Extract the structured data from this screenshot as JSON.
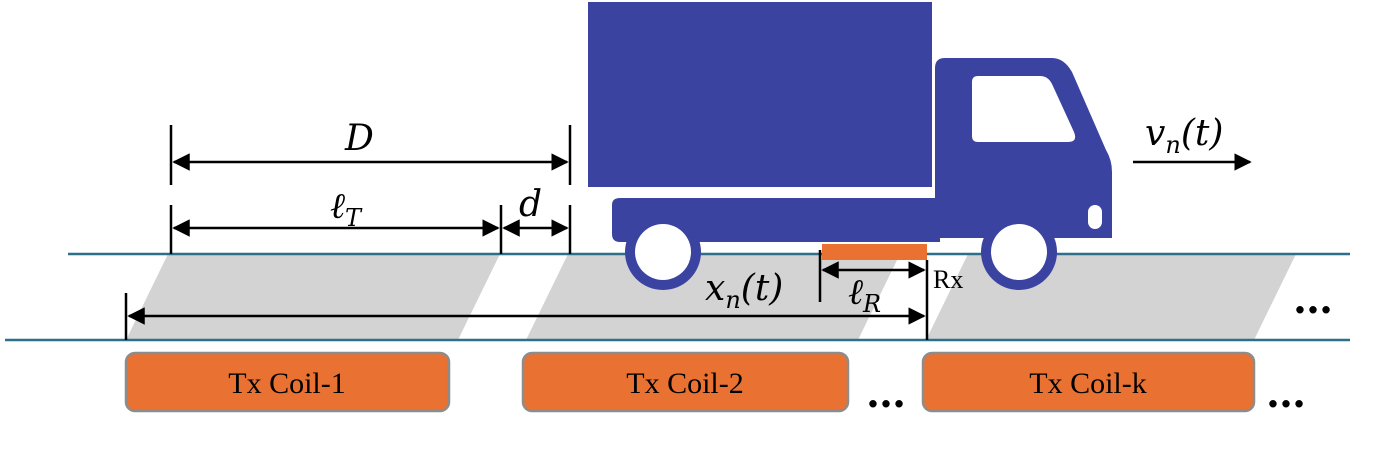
{
  "colors": {
    "truck": "#3b43a1",
    "coil": "#e97132",
    "coil_border": "#8c8c8c",
    "road_line": "#2e6f89",
    "pad": "#d3d3d3",
    "receiver": "#e97132"
  },
  "labels": {
    "D": "D",
    "ellT_main": "ℓ",
    "ellT_sub": "T",
    "d": "d",
    "x_main": "x",
    "x_sub": "n",
    "x_arg": "(t)",
    "ellR_main": "ℓ",
    "ellR_sub": "R",
    "rx": "Rx",
    "v_main": "v",
    "v_sub": "n",
    "v_arg": "(t)"
  },
  "coils": [
    {
      "label": "Tx Coil-1"
    },
    {
      "label": "Tx Coil-2"
    },
    {
      "label": "Tx Coil-k"
    }
  ],
  "ellipses": {
    "between_coils": "…",
    "after_coils": "…",
    "road_end": "…"
  }
}
